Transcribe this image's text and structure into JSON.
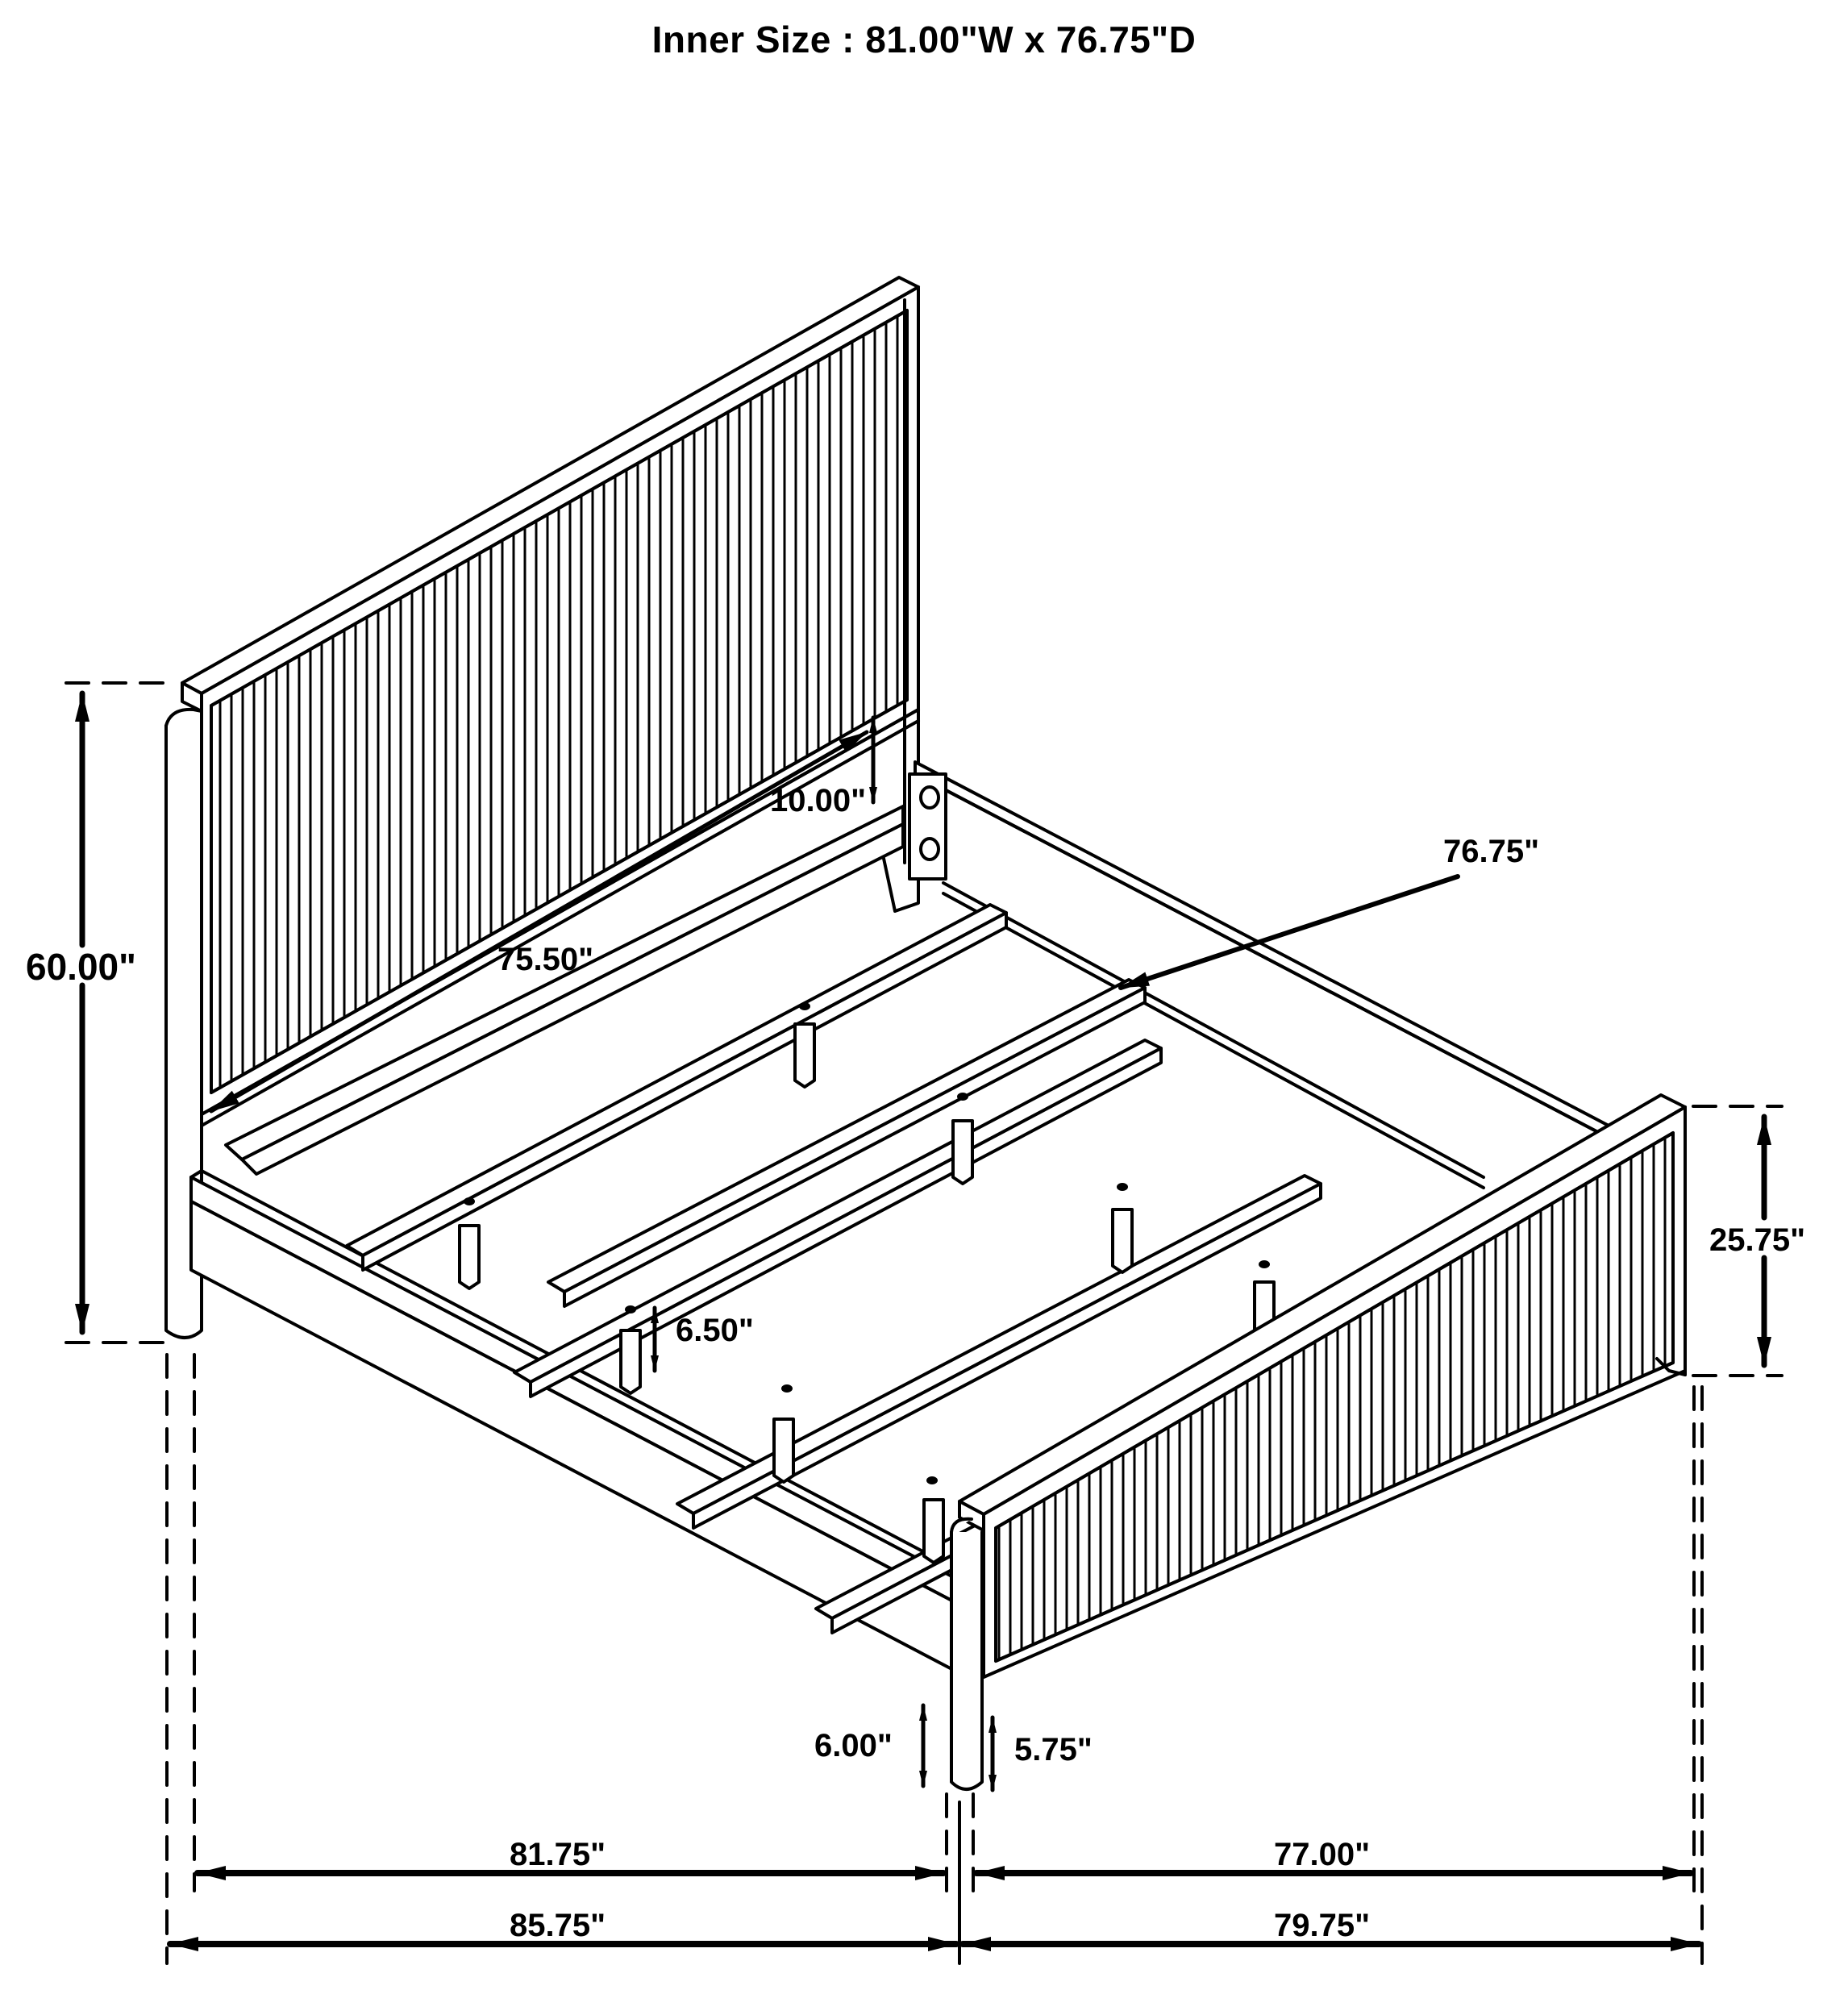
{
  "title": "Inner Size : 81.00\"W x 76.75\"D",
  "inner_size": {
    "width": "81.00\"",
    "depth": "76.75\""
  },
  "dimensions": {
    "overall_height": "60.00\"",
    "headboard_panel_gap": "10.00\"",
    "headboard_panel_width": "75.50\"",
    "rail_length": "76.75\"",
    "footboard_height": "25.75\"",
    "slat_support_height": "6.50\"",
    "rail_clearance": "6.00\"",
    "footboard_clearance": "5.75\"",
    "inner_length": "81.75\"",
    "overall_length": "85.75\"",
    "inner_width": "77.00\"",
    "overall_width": "79.75\""
  },
  "colors": {
    "line": "#000000",
    "background": "#ffffff"
  }
}
